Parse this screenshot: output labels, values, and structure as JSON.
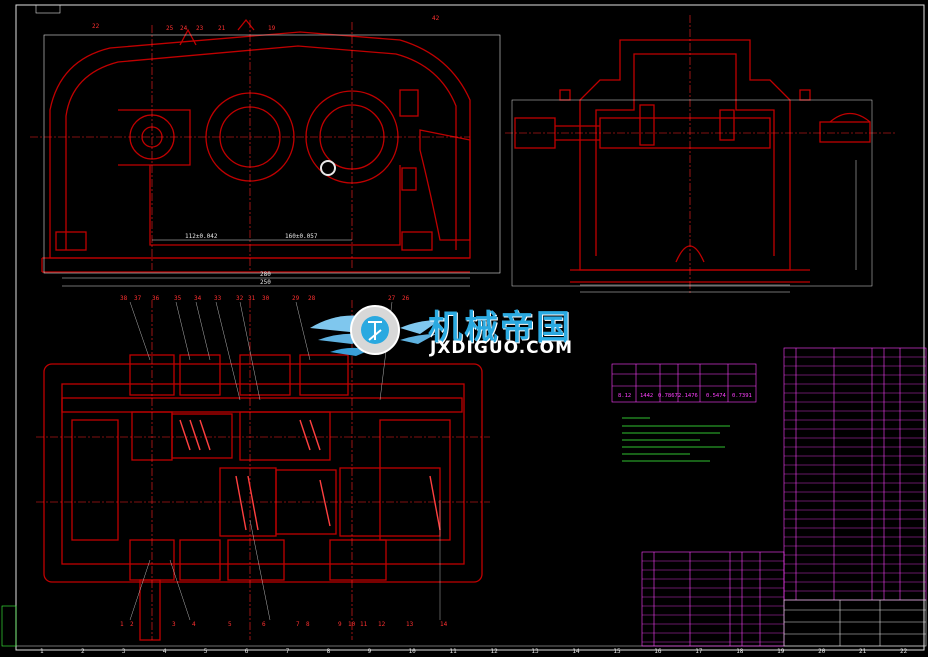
{
  "watermark": {
    "cn": "机械帝国",
    "en": "JXDIGUO.COM",
    "logo_icon": "gear-wings-logo-icon"
  },
  "colors": {
    "background": "#000000",
    "outline": "#c00000",
    "centerline": "#ff2020",
    "table_line": "#ff40ff",
    "note_text": "#40ff40",
    "border": "#ffffff",
    "logo_blue": "#2aa9e0"
  },
  "drawing": {
    "front_view_labels": [
      "22",
      "25",
      "24",
      "23",
      "21",
      "19",
      "42"
    ],
    "front_dims": [
      "112±0.042",
      "160±0.057",
      "280",
      "250"
    ],
    "top_view_labels": [
      "38",
      "37",
      "36",
      "35",
      "34",
      "33",
      "32",
      "31",
      "30",
      "29",
      "28",
      "27",
      "26"
    ],
    "bottom_labels": [
      "1",
      "2",
      "3",
      "4",
      "5",
      "6",
      "7",
      "8",
      "9",
      "10",
      "11",
      "12",
      "13",
      "14"
    ],
    "grid_top": [
      "1",
      "2",
      "3",
      "4",
      "5",
      "6",
      "7",
      "8",
      "9",
      "10",
      "11",
      "12",
      "13",
      "14",
      "15",
      "16",
      "17",
      "18",
      "19",
      "20",
      "21",
      "22"
    ]
  },
  "spec_table": {
    "row1": [
      "8.12",
      "1442",
      "0.7867",
      "2.1476",
      "0.5474",
      "0.7391"
    ]
  }
}
